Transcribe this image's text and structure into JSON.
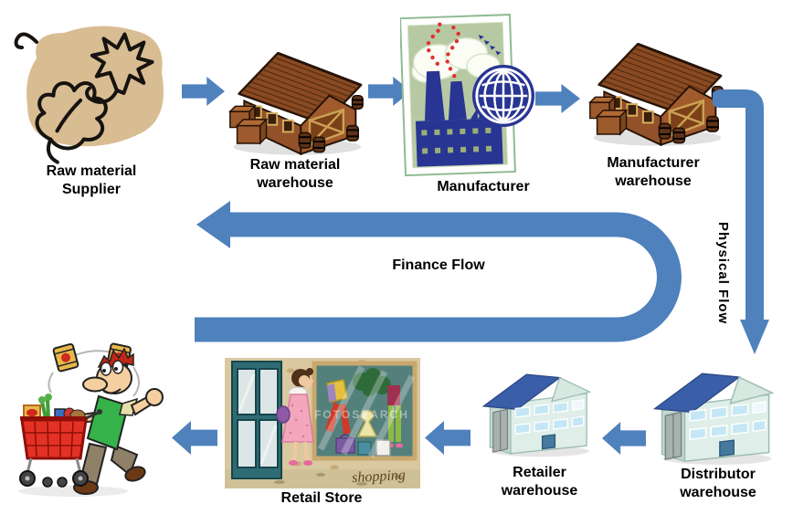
{
  "nodes": {
    "supplier": {
      "line1": "Raw material",
      "line2": "Supplier"
    },
    "raw_warehouse": {
      "line1": "Raw material",
      "line2": "warehouse"
    },
    "manufacturer": {
      "line1": "Manufacturer"
    },
    "manufacturer_warehouse": {
      "line1": "Manufacturer",
      "line2": "warehouse"
    },
    "retail_store": {
      "line1": "Retail Store"
    },
    "retailer_warehouse": {
      "line1": "Retailer",
      "line2": "warehouse"
    },
    "distributor_warehouse": {
      "line1": "Distributor",
      "line2": "warehouse"
    }
  },
  "flows": {
    "finance": "Finance Flow",
    "physical": "Physical Flow"
  },
  "store_art": {
    "script_text": "shopping",
    "watermark": "FOTOSEARCH"
  },
  "colors": {
    "arrow_blue": "#4f81bd",
    "barn_roof": "#8a4a22",
    "barn_wall": "#93512a",
    "roof_blue": "#3a5ea8",
    "card_green": "#b7c9a3",
    "factory_navy": "#283593",
    "supplier_tan": "#d9bd92",
    "cart_red": "#e33225",
    "shirt_green": "#35b24a"
  }
}
